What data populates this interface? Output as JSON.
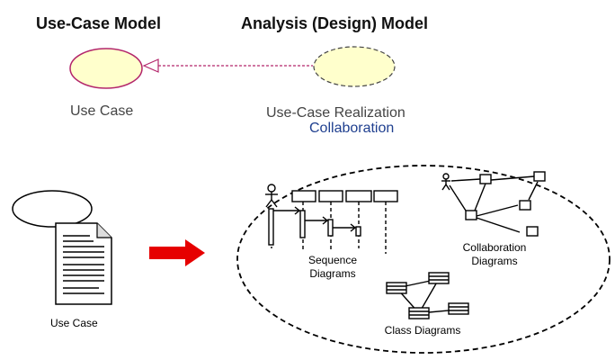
{
  "header": {
    "left_title": "Use-Case Model",
    "right_title": "Analysis (Design) Model"
  },
  "top": {
    "use_case_label": "Use Case",
    "realization_label": "Use-Case Realization",
    "collaboration_label": "Collaboration"
  },
  "bottom": {
    "use_case_label": "Use Case",
    "sequence_label_line1": "Sequence",
    "sequence_label_line2": "Diagrams",
    "collab_label_line1": "Collaboration",
    "collab_label_line2": "Diagrams",
    "class_label": "Class Diagrams"
  },
  "colors": {
    "usecase_fill": "#ffffcc",
    "usecase_stroke": "#b3266b",
    "realization_fill": "#ffffcc",
    "arrow_red": "#e60000",
    "collab_text": "#1f3f8f"
  }
}
